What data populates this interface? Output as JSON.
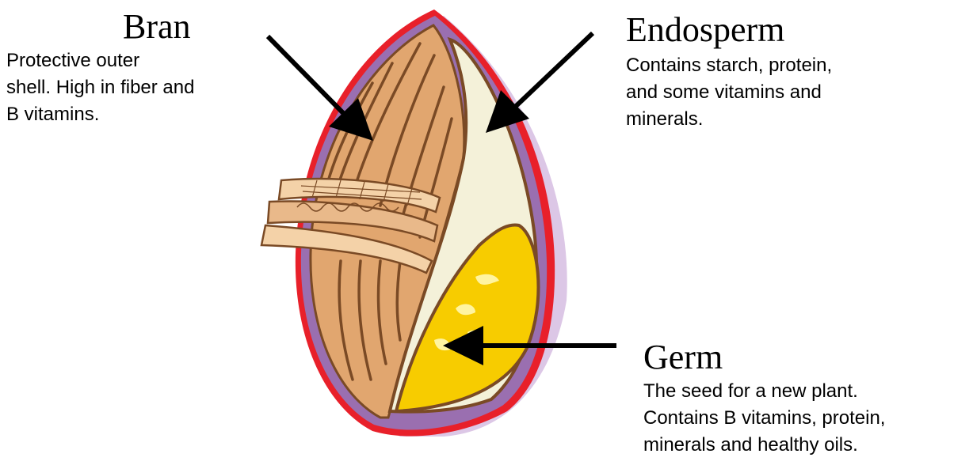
{
  "bran": {
    "title": "Bran",
    "lines": [
      "Protective outer",
      "shell.  High in fiber and",
      "B vitamins."
    ]
  },
  "endosperm": {
    "title": "Endosperm",
    "lines": [
      "Contains starch, protein,",
      "and some vitamins and",
      "minerals."
    ]
  },
  "germ": {
    "title": "Germ",
    "lines": [
      "The seed for a new plant.",
      "Contains B vitamins, protein,",
      "minerals and healthy oils."
    ]
  },
  "colors": {
    "outline": "#e8202a",
    "aleurone": "#9a6fb0",
    "shadow": "#dcc7e6",
    "bran": "#e1a66f",
    "bran_lines": "#7a4a25",
    "endosperm": "#f4f1d9",
    "germ": "#f7cc00",
    "arrow": "#000000"
  }
}
